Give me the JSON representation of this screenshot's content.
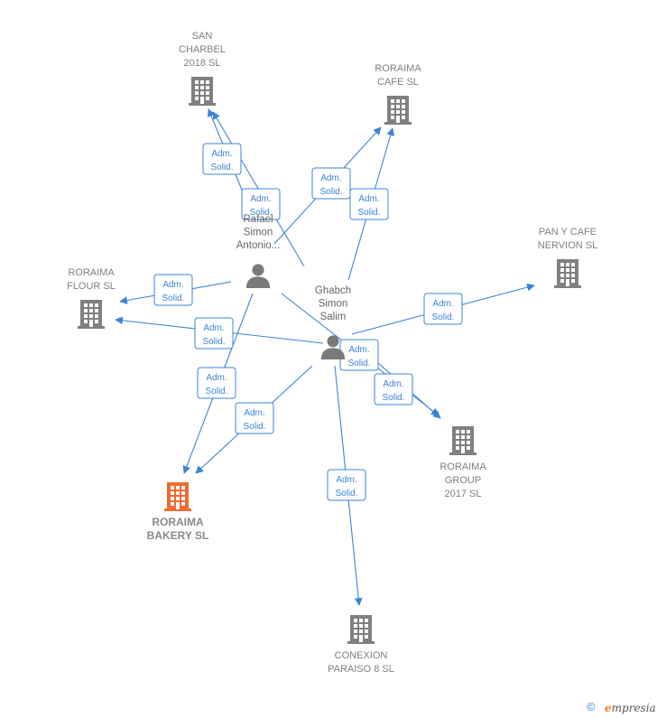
{
  "colors": {
    "edge": "#3c84d9",
    "company": "#808080",
    "focus_company": "#f06a35",
    "person": "#7a7a7a"
  },
  "companies": [
    {
      "id": "san-charbel",
      "lines": [
        "SAN",
        "CHARBEL",
        "2018 SL"
      ],
      "focus": false
    },
    {
      "id": "roraima-cafe",
      "lines": [
        "RORAIMA",
        "CAFE SL"
      ],
      "focus": false
    },
    {
      "id": "pan-y-cafe",
      "lines": [
        "PAN Y CAFE",
        "NERVION SL"
      ],
      "focus": false
    },
    {
      "id": "roraima-flour",
      "lines": [
        "RORAIMA",
        "FLOUR SL"
      ],
      "focus": false
    },
    {
      "id": "roraima-group",
      "lines": [
        "RORAIMA",
        "GROUP",
        "2017 SL"
      ],
      "focus": false
    },
    {
      "id": "roraima-bakery",
      "lines": [
        "RORAIMA",
        "BAKERY SL"
      ],
      "focus": true
    },
    {
      "id": "conexion-paraiso",
      "lines": [
        "CONEXION",
        "PARAISO 8 SL"
      ],
      "focus": false
    }
  ],
  "persons": [
    {
      "id": "antonio",
      "lines": [
        "Rafael",
        "Simon",
        "Antonio..."
      ]
    },
    {
      "id": "ghabch",
      "lines": [
        "Ghabch",
        "Simon",
        "Salim"
      ]
    }
  ],
  "edges": [
    {
      "from": "antonio",
      "to": "san-charbel",
      "label": [
        "Adm.",
        "Solid."
      ]
    },
    {
      "from": "ghabch",
      "to": "san-charbel",
      "label": [
        "Adm.",
        "Solid."
      ]
    },
    {
      "from": "antonio",
      "to": "roraima-cafe",
      "label": [
        "Adm.",
        "Solid."
      ]
    },
    {
      "from": "ghabch",
      "to": "roraima-cafe",
      "label": [
        "Adm.",
        "Solid."
      ]
    },
    {
      "from": "ghabch",
      "to": "pan-y-cafe",
      "label": [
        "Adm.",
        "Solid."
      ]
    },
    {
      "from": "antonio",
      "to": "roraima-flour",
      "label": [
        "Adm.",
        "Solid."
      ]
    },
    {
      "from": "ghabch",
      "to": "roraima-flour",
      "label": [
        "Adm.",
        "Solid."
      ]
    },
    {
      "from": "antonio",
      "to": "roraima-group",
      "label": [
        "Adm.",
        "Solid."
      ]
    },
    {
      "from": "ghabch",
      "to": "roraima-group",
      "label": [
        "Adm.",
        "Solid."
      ]
    },
    {
      "from": "antonio",
      "to": "roraima-bakery",
      "label": [
        "Adm.",
        "Solid."
      ]
    },
    {
      "from": "ghabch",
      "to": "roraima-bakery",
      "label": [
        "Adm.",
        "Solid."
      ]
    },
    {
      "from": "ghabch",
      "to": "conexion-paraiso",
      "label": [
        "Adm.",
        "Solid."
      ]
    }
  ],
  "footer": {
    "copyright": "©",
    "brand_first": "e",
    "brand_rest": "mpresia"
  }
}
